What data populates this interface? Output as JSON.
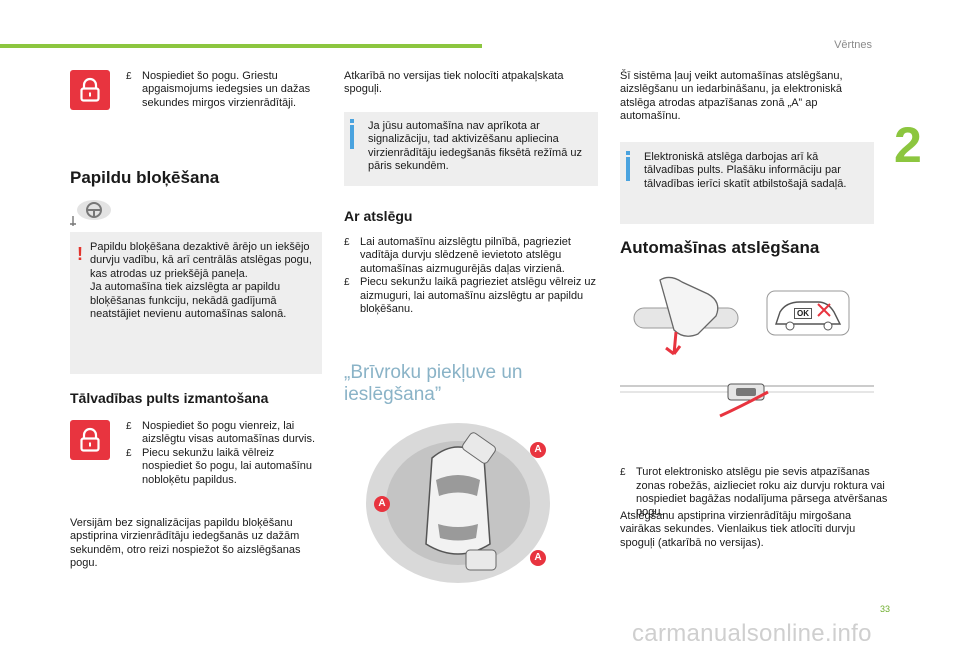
{
  "header": {
    "section": "Vērtnes",
    "chapter": "2",
    "page": "33"
  },
  "watermark": "carmanualsonline.info",
  "col1": {
    "lock_bullet": "Nospiediet šo pogu. Griestu apgaismojums iedegsies un dažas sekundes mirgos virzienrādītāji.",
    "heading": "Papildu bloķēšana",
    "warning": "Papildu bloķēšana dezaktivē ārējo un iekšējo durvju vadību, kā arī centrālās atslēgas pogu, kas atrodas uz priekšējā paneļa.\nJa automašīna tiek aizslēgta ar papildu bloķēšanas funkciju, nekādā gadījumā neatstājiet nevienu automašīnas salonā.",
    "remote_heading": "Tālvadības pults izmantošana",
    "remote_bullet1": "Nospiediet šo pogu vienreiz, lai aizslēgtu visas automašīnas durvis.",
    "remote_bullet2": "Piecu sekunžu laikā vēlreiz nospiediet šo pogu, lai automašīnu nobloķētu papildus.",
    "remote_para": "Versijām bez signalizācijas papildu bloķēšanu apstiprina virzienrādītāju iedegšanās uz dažām sekundēm, otro reizi nospiežot šo aizslēgšanas pogu."
  },
  "col2": {
    "intro": "Atkarībā no versijas tiek nolocīti atpakaļskata spoguļi.",
    "info": "Ja jūsu automašīna nav aprīkota ar signalizāciju, tad aktivizēšanu apliecina virzienrādītāju iedegšanās fiksētā režīmā uz pāris sekundēm.",
    "key_heading": "Ar atslēgu",
    "key_bullet1": "Lai automašīnu aizslēgtu pilnībā, pagrieziet vadītāja durvju slēdzenē ievietoto atslēgu automašīnas aizmugurējās daļas virzienā.",
    "key_bullet2": "Piecu sekunžu laikā pagrieziet atslēgu vēlreiz uz aizmuguri, lai automašīnu aizslēgtu ar papildu bloķēšanu.",
    "free_heading": "„Brīvroku piekļuve un ieslēgšana”",
    "zone_label": "A"
  },
  "col3": {
    "intro": "Šī sistēma ļauj veikt automašīnas atslēgšanu, aizslēgšanu un iedarbināšanu, ja elektroniskā atslēga atrodas atpazīšanas zonā „A” ap automašīnu.",
    "info": "Elektroniskā atslēga darbojas arī kā tālvadības pults. Plašāku informāciju par tālvadības ierīci skatīt atbilstošajā sadaļā.",
    "heading": "Automašīnas atslēgšana",
    "ok_label": "OK",
    "bullet": "Turot elektronisko atslēgu pie sevis atpazīšanas zonas robežās, aizlieciet roku aiz durvju roktura vai nospiediet bagāžas nodalījuma pārsega atvēršanas pogu.",
    "para": "Atslēgšanu apstiprina virzienrādītāju mirgošana vairākas sekundes. Vienlaikus tiek atlocīti durvju spoguļi (atkarībā no versijas)."
  },
  "bullet_marker": "£",
  "colors": {
    "accent_green": "#8cc63f",
    "lock_red": "#e8343f",
    "info_blue": "#4aa3df",
    "warn_red": "#e2342d"
  }
}
